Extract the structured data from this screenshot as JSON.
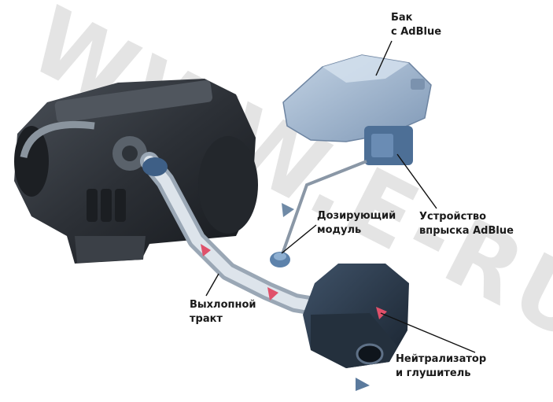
{
  "watermark": "WWW.E-RU",
  "labels": {
    "tank": {
      "line1": "Бак",
      "line2": "с AdBlue"
    },
    "injector": {
      "line1": "Устройство",
      "line2": "впрыска AdBlue"
    },
    "dosing": {
      "line1": "Дозирующий",
      "line2": "модуль"
    },
    "exhaust": {
      "line1": "Выхлопной",
      "line2": "тракт"
    },
    "converter": {
      "line1": "Нейтрализатор",
      "line2": "и глушитель"
    }
  },
  "colors": {
    "engine": "#2f3338",
    "pipe": "#c9d3de",
    "tank": "#9fb4cc",
    "injector": "#4d6f96",
    "muffler": "#2b3a4c",
    "flow_arrow": "#e0506a",
    "watermark": "#d0d0d0"
  }
}
